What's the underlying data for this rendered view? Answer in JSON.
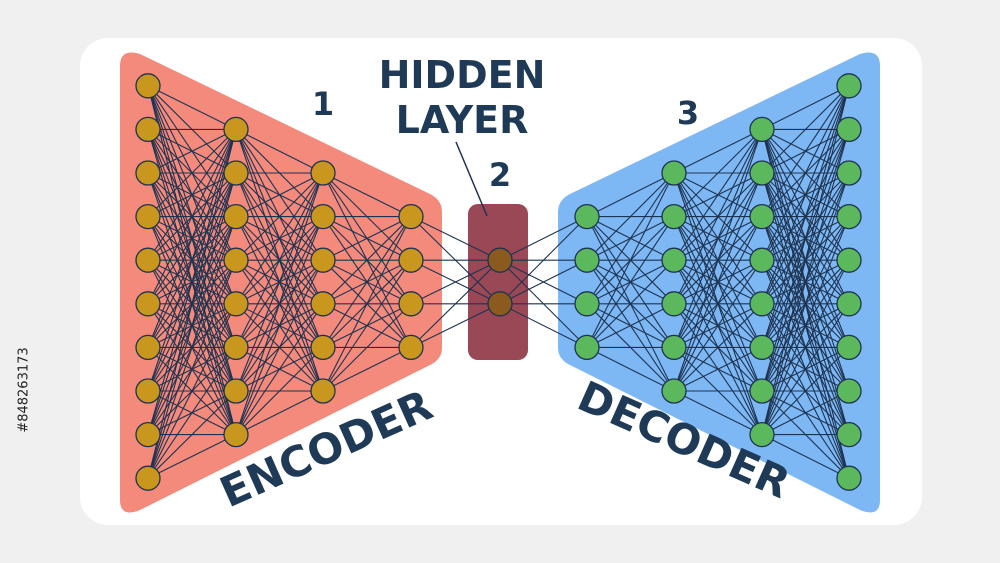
{
  "labels": {
    "hidden_line1": "HIDDEN",
    "hidden_line2": "LAYER",
    "num1": "1",
    "num2": "2",
    "num3": "3",
    "encoder": "ENCODER",
    "decoder": "DECODER",
    "stock_id": "#848263173"
  },
  "colors": {
    "encoder_bg": "#f48a7c",
    "decoder_bg": "#7db8f5",
    "hidden_bg": "#9a4756",
    "encoder_node": "#c9961e",
    "hidden_node": "#8a5a1e",
    "decoder_node": "#5cb85c",
    "edge": "#1e3350",
    "label": "#1f3a56"
  },
  "network": {
    "layer_sizes": [
      10,
      8,
      6,
      4,
      2,
      4,
      6,
      8,
      10
    ],
    "layer_groups": [
      "encoder",
      "encoder",
      "encoder",
      "encoder",
      "hidden",
      "decoder",
      "decoder",
      "decoder",
      "decoder"
    ]
  }
}
